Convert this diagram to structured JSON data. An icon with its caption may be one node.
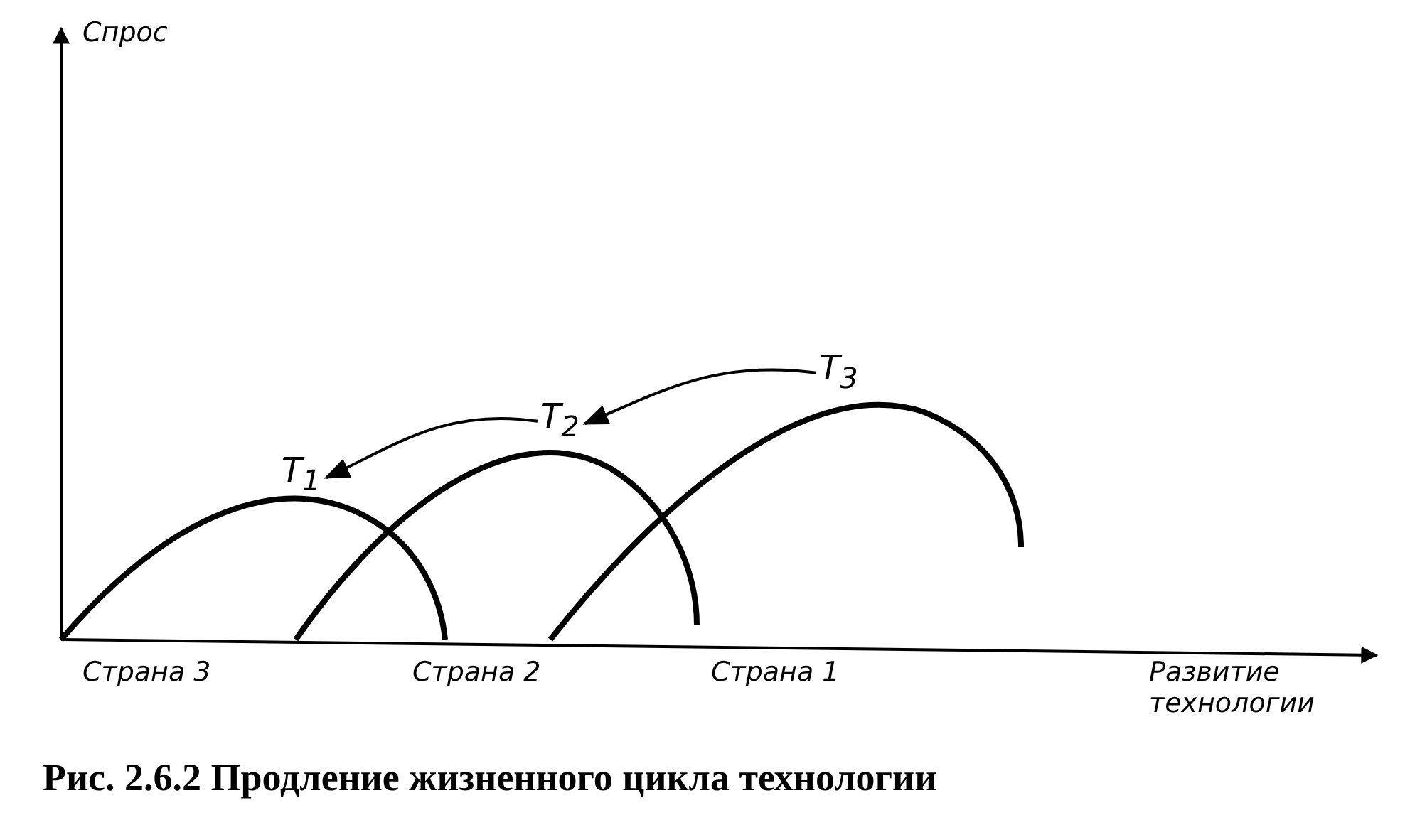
{
  "diagram": {
    "caption": "Рис. 2.6.2 Продление жизненного цикла технологии",
    "nodes": [
      {
        "text": [
          "T$_{1}$"
        ]
      },
      {
        "text": [
          "T$_{2}$"
        ]
      },
      {
        "text": [
          "T$_{3}$"
        ]
      }
    ],
    "edges": [
      {
        "from": 2,
        "to": 1,
        "arrow": "to"
      },
      {
        "from": 1,
        "to": 0,
        "arrow": "to"
      }
    ],
    "labels": [
      "Спрос",
      "Развитие технологии",
      "Страна 3",
      "Страна 2",
      "Страна 1"
    ]
  }
}
